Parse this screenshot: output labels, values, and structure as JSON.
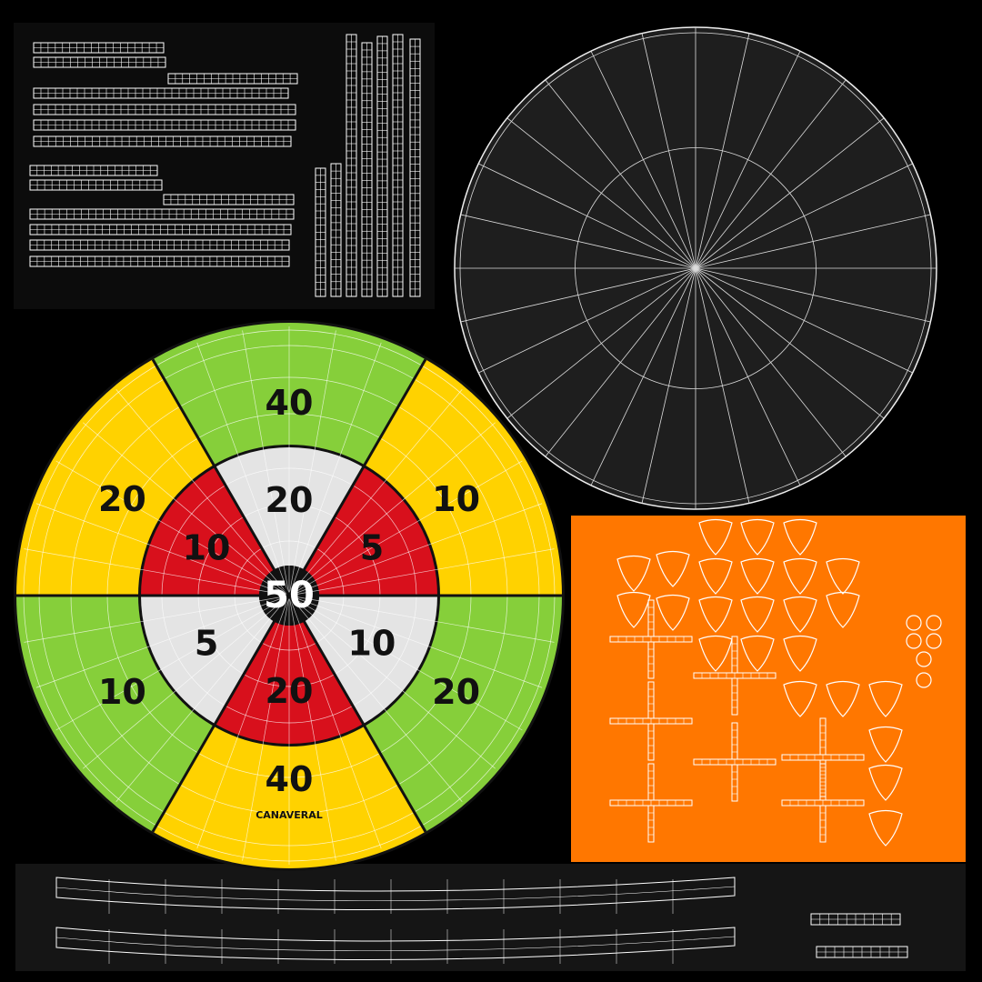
{
  "dartboard": {
    "colors": {
      "yellow": "#ffd200",
      "green": "#86cf3a",
      "red": "#d8101c",
      "white": "#e4e4e4",
      "black": "#111111"
    },
    "outer_sectors": [
      {
        "label": "10",
        "color": "yellow"
      },
      {
        "label": "40",
        "color": "green"
      },
      {
        "label": "20",
        "color": "yellow"
      },
      {
        "label": "10",
        "color": "green"
      },
      {
        "label": "40",
        "color": "yellow"
      },
      {
        "label": "20",
        "color": "green"
      }
    ],
    "inner_sectors": [
      {
        "label": "5",
        "color": "red"
      },
      {
        "label": "20",
        "color": "white"
      },
      {
        "label": "10",
        "color": "red"
      },
      {
        "label": "5",
        "color": "white"
      },
      {
        "label": "20",
        "color": "red"
      },
      {
        "label": "10",
        "color": "white"
      }
    ],
    "bullseye": "50",
    "brand": "CANAVERAL"
  },
  "panels": {
    "strips_bg": "#0c0c0c",
    "disc_bg": "#1e1e1e",
    "orange_bg": "#ff7700",
    "bottom_bg": "#151515"
  }
}
